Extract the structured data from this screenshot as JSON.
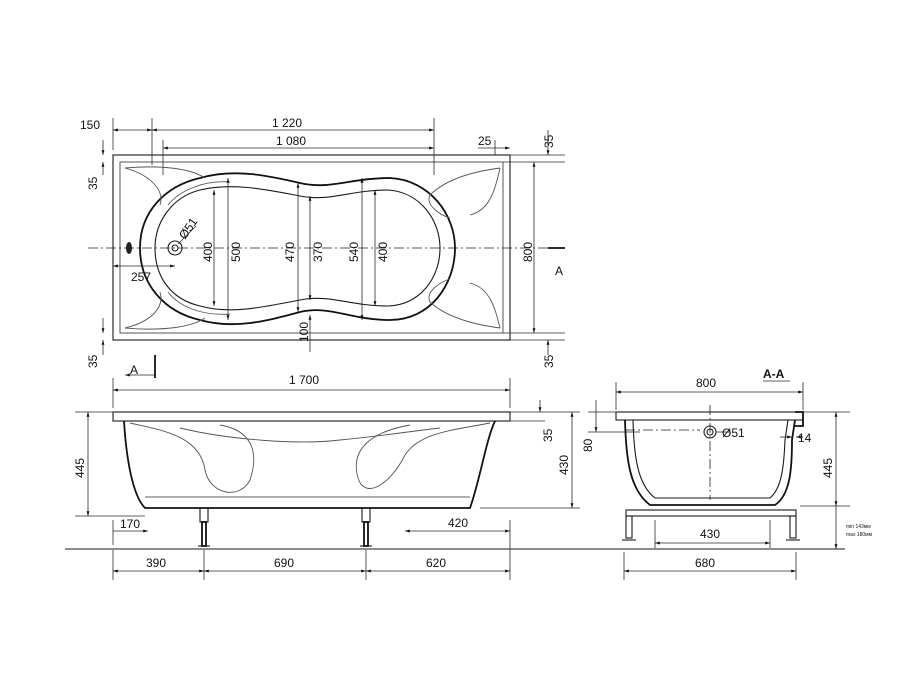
{
  "section_label": "A-A",
  "section_marker": "A",
  "top_view": {
    "dim_150": "150",
    "dim_1220": "1 220",
    "dim_1080": "1 080",
    "dim_25": "25",
    "dim_35_top_right": "35",
    "dim_35_top_left": "35",
    "dim_35_bottom_left": "35",
    "dim_35_bottom_right": "35",
    "dim_800": "800",
    "dim_d51": "Ø51",
    "dim_257": "257",
    "dim_400_left": "400",
    "dim_500": "500",
    "dim_470": "470",
    "dim_370": "370",
    "dim_540": "540",
    "dim_400_right": "400",
    "dim_100": "100"
  },
  "side_view": {
    "dim_1700": "1 700",
    "dim_445": "445",
    "dim_35": "35",
    "dim_430": "430",
    "dim_170": "170",
    "dim_420": "420",
    "dim_390": "390",
    "dim_690": "690",
    "dim_620": "620"
  },
  "section_view": {
    "dim_800": "800",
    "dim_80": "80",
    "dim_d51": "Ø51",
    "dim_14": "14",
    "dim_445": "445",
    "dim_430": "430",
    "dim_680": "680",
    "note_min": "min 143мм",
    "note_max": "max 180мм"
  }
}
